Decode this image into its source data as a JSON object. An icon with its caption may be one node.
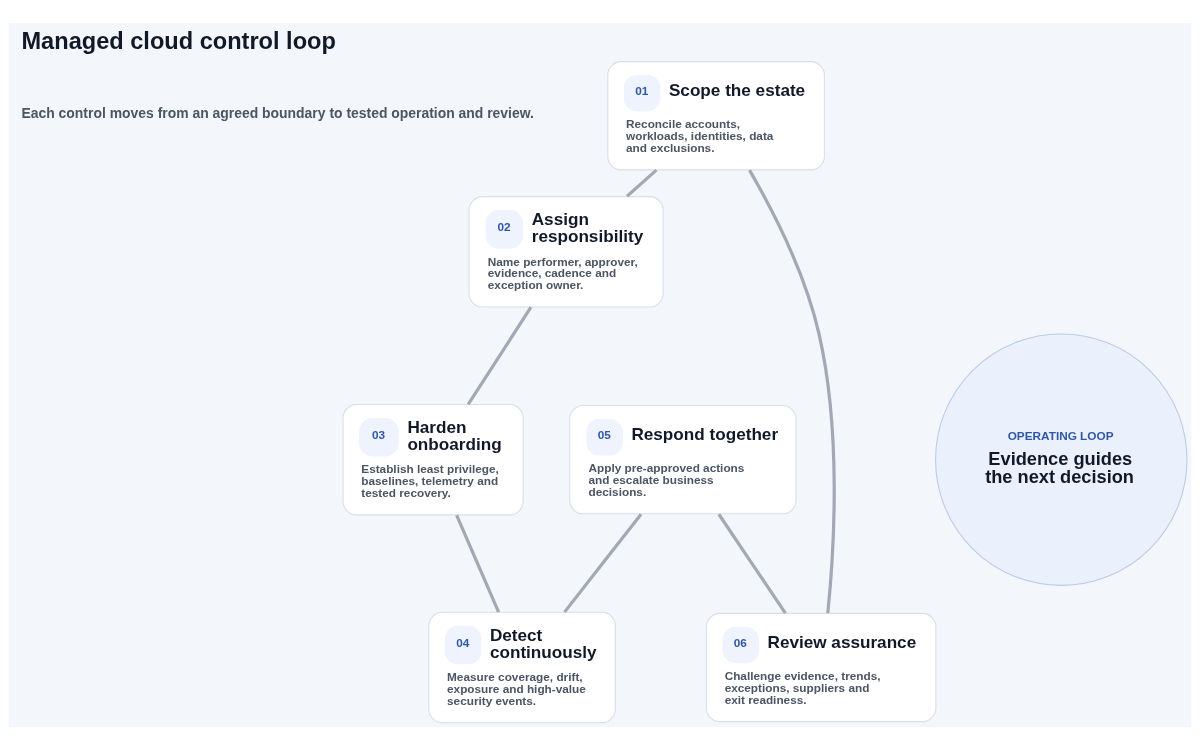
{
  "diagram": {
    "title": "Managed cloud control loop",
    "nodes": [
      {
        "text": [
          "01",
          "Scope the estate",
          "Reconcile accounts, workloads, identities, data and exclusions."
        ]
      },
      {
        "text": [
          "02",
          "Assign responsibility",
          "Name performer, approver, evidence, cadence and exception owner."
        ]
      },
      {
        "text": [
          "03",
          "Harden onboarding",
          "Establish least privilege, baselines, telemetry and tested recovery."
        ]
      },
      {
        "text": [
          "04",
          "Detect continuously",
          "Measure coverage, drift, exposure and high-value security events."
        ]
      },
      {
        "text": [
          "05",
          "Respond together",
          "Apply pre-approved actions and escalate business decisions."
        ]
      },
      {
        "text": [
          "06",
          "Review assurance",
          "Challenge evidence, trends, exceptions, suppliers and exit readiness."
        ]
      },
      {
        "text": [
          "OPERATING LOOP",
          "Evidence guides the next decision"
        ]
      }
    ],
    "edges": [
      {
        "from": 0,
        "to": 1,
        "arrow": "none"
      },
      {
        "from": 1,
        "to": 2,
        "arrow": "none"
      },
      {
        "from": 2,
        "to": 3,
        "arrow": "none"
      },
      {
        "from": 3,
        "to": 4,
        "arrow": "none"
      },
      {
        "from": 4,
        "to": 5,
        "arrow": "none"
      },
      {
        "from": 5,
        "to": 0,
        "arrow": "none"
      }
    ],
    "labels": [
      "Each control moves from an agreed boundary to tested operation and review."
    ]
  }
}
